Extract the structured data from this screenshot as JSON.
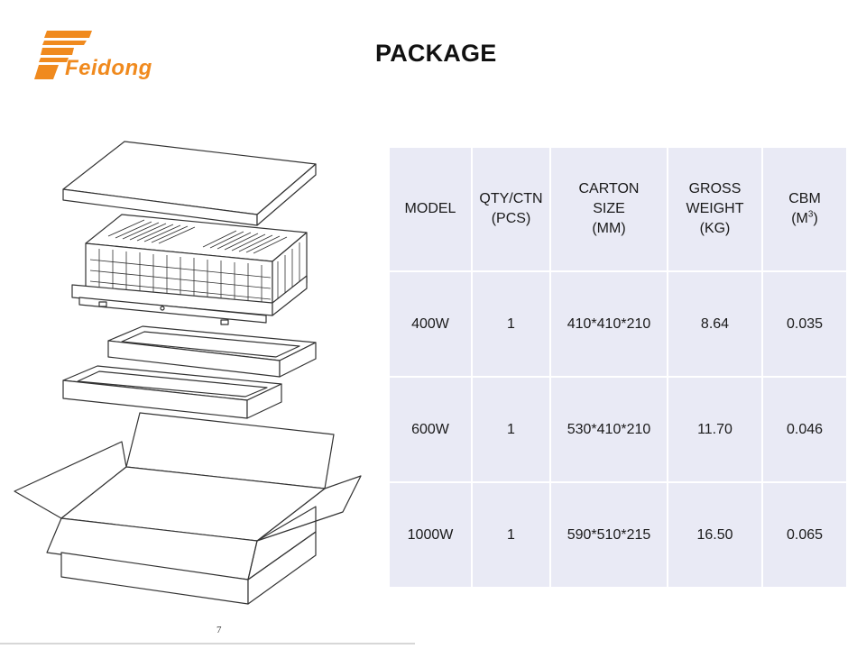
{
  "logo": {
    "text": "Feidong",
    "color": "#f08a1e"
  },
  "title": "PACKAGE",
  "page_number": "7",
  "table": {
    "headers": [
      [
        "MODEL"
      ],
      [
        "QTY/CTN",
        "(PCS)"
      ],
      [
        "CARTON",
        "SIZE",
        "(MM)"
      ],
      [
        "GROSS",
        "WEIGHT",
        "(KG)"
      ],
      [
        "CBM",
        "(M",
        "3",
        ")"
      ]
    ],
    "rows": [
      {
        "model": "400W",
        "qty": "1",
        "size": "410*410*210",
        "weight": "8.64",
        "cbm": "0.035"
      },
      {
        "model": "600W",
        "qty": "1",
        "size": "530*410*210",
        "weight": "11.70",
        "cbm": "0.046"
      },
      {
        "model": "1000W",
        "qty": "1",
        "size": "590*510*215",
        "weight": "16.50",
        "cbm": "0.065"
      }
    ]
  },
  "colors": {
    "cell_background": "#e9eaf5",
    "accent": "#f08a1e"
  }
}
